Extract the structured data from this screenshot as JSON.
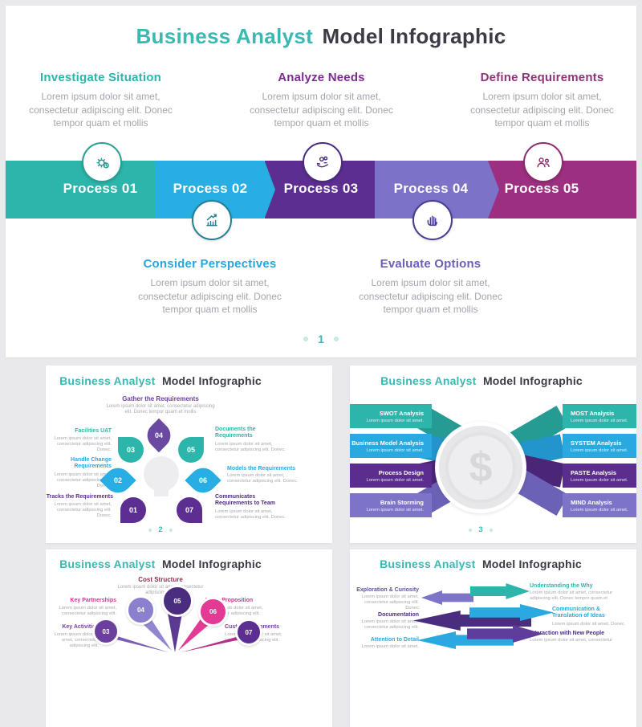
{
  "palette": {
    "teal": "#2cb5ab",
    "cyan": "#29aee4",
    "dark_purple": "#5c2e91",
    "lavender": "#7c72c8",
    "plum": "#9d2f80",
    "violet": "#7b2d8e",
    "magenta_pink": "#d5338f",
    "title_dark": "#3d3a45",
    "body_gray": "#a5a4ac",
    "page_bg": "#e9e9ec",
    "pagination_teal": "#3bb8b2"
  },
  "main_slide": {
    "title_accent": "Business Analyst",
    "title_rest": "Model Infographic",
    "lorem": "Lorem ipsum dolor sit amet, consectetur adipiscing elit. Donec tempor quam et mollis",
    "top_sections": [
      {
        "title": "Investigate Situation"
      },
      {
        "title": "Analyze Needs"
      },
      {
        "title": "Define Requirements"
      }
    ],
    "bottom_sections": [
      {
        "title": "Consider Perspectives"
      },
      {
        "title": "Evaluate Options"
      }
    ],
    "process_steps": [
      {
        "label": "Process 01",
        "icon": "gear-clock-icon"
      },
      {
        "label": "Process 02",
        "icon": "bar-chart-growth-icon"
      },
      {
        "label": "Process 03",
        "icon": "hand-coins-icon"
      },
      {
        "label": "Process 04",
        "icon": "raised-hand-icon"
      },
      {
        "label": "Process 05",
        "icon": "team-icon"
      }
    ],
    "page_number": "1"
  },
  "thumb_title": {
    "accent": "Business Analyst",
    "rest": "Model Infographic"
  },
  "flower_slide": {
    "heading": "Gather the Requirements",
    "heading_body": "Lorem ipsum dolor sit amet, consectetur adipiscing elit. Donec tempor quam et mollis",
    "item_body": "Lorem ipsum dolor sit amet, consectetur adipiscing elit. Donec.",
    "top_num": "04",
    "left": [
      {
        "num": "03",
        "title": "Facilities UAT"
      },
      {
        "num": "02",
        "title": "Handle Change\nRequirements"
      },
      {
        "num": "01",
        "title": "Tracks the Requirements"
      }
    ],
    "right": [
      {
        "num": "05",
        "title": "Documents the\nRequirements"
      },
      {
        "num": "06",
        "title": "Models the Requirements"
      },
      {
        "num": "07",
        "title": "Communicates\nRequirements to Team"
      }
    ],
    "page_number": "2"
  },
  "ribbon_slide": {
    "ribbon_body": "Lorem ipsum dolor sit amet.",
    "left": [
      {
        "title": "SWOT Analysis"
      },
      {
        "title": "Business Model Analysis"
      },
      {
        "title": "Process Design"
      },
      {
        "title": "Brain Storming"
      }
    ],
    "right": [
      {
        "title": "MOST Analysis"
      },
      {
        "title": "SYSTEM Analysis"
      },
      {
        "title": "PASTE Analysis"
      },
      {
        "title": "MIND Analysis"
      }
    ],
    "center_symbol": "$",
    "page_number": "3"
  },
  "canvas_slide": {
    "heading": "Cost Structure",
    "heading_body": "Lorem ipsum dolor sit amet, consectetur adipiscing elit.",
    "item_body": "Lorem ipsum dolor sit amet, consectetur adipiscing elit.",
    "left": [
      {
        "title": "Key Partnerships"
      },
      {
        "title": "Key Activities"
      }
    ],
    "right": [
      {
        "title": "Value Proposition"
      },
      {
        "title": "Customer Segments"
      }
    ],
    "nums": [
      "03",
      "04",
      "05",
      "06",
      "07"
    ]
  },
  "arrows_slide": {
    "left": [
      {
        "title": "Exploration & Curiosity",
        "body": "Lorem ipsum dolor sit amet, consectetur adipiscing elit. Donec"
      },
      {
        "title": "Documentation",
        "body": "Lorem ipsum dolor sit amet, consectetur adipiscing elit."
      },
      {
        "title": "Attention to Detail",
        "body": "Lorem ipsum dolor sit amet,"
      }
    ],
    "right": [
      {
        "title": "Understanding the Why",
        "body": "Lorem ipsum dolor sit amet, consectetur adipiscing elit. Donec tempor quam et"
      },
      {
        "title": "Communication &\nTranslation of Ideas",
        "body": "Lorem ipsum dolor sit amet, Donec"
      },
      {
        "title": "Interaction with New People",
        "body": "Lorem ipsum dolor sit amet, consectetur"
      }
    ]
  }
}
